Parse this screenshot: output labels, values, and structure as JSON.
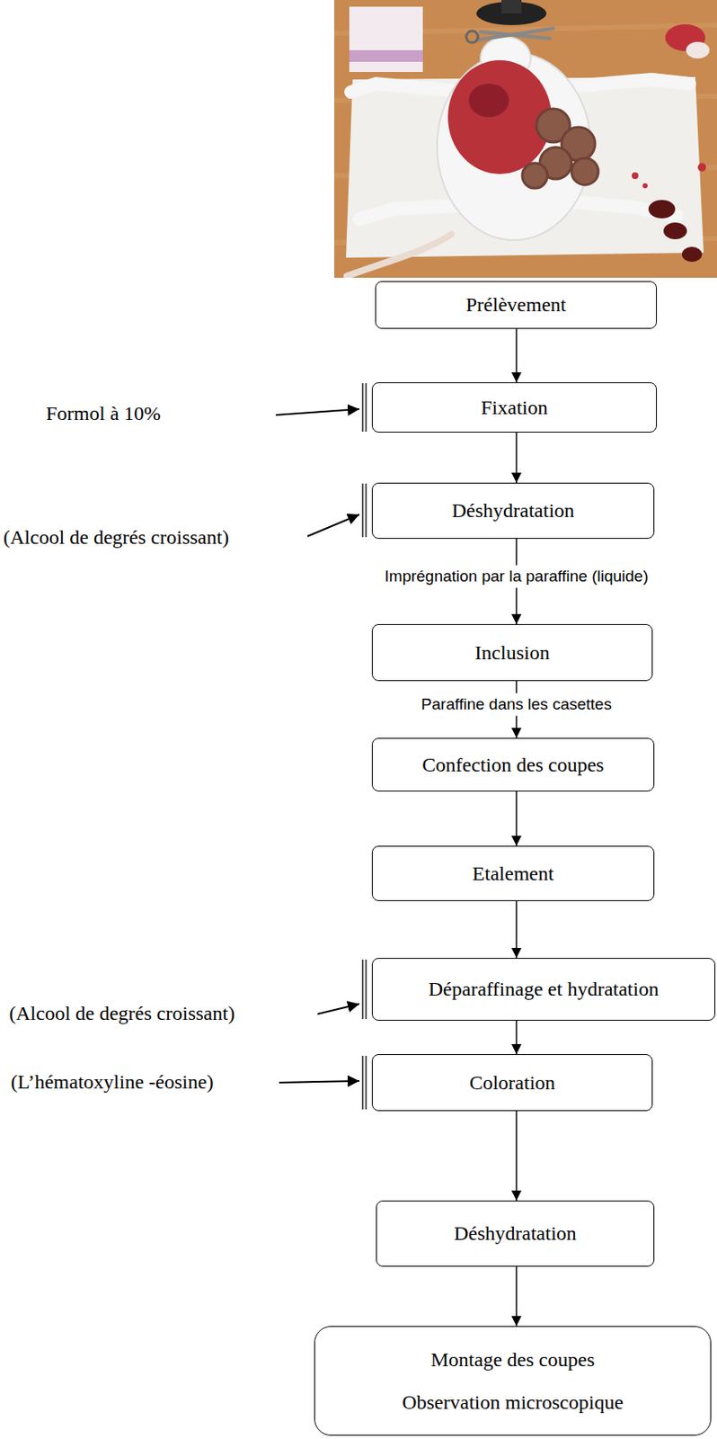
{
  "diagram": {
    "nodes": [
      {
        "text": [
          "Prélèvement"
        ]
      },
      {
        "text": [
          "Fixation"
        ]
      },
      {
        "text": [
          "Déshydratation"
        ]
      },
      {
        "text": [
          "Inclusion"
        ]
      },
      {
        "text": [
          "Confection des coupes"
        ]
      },
      {
        "text": [
          "Etalement"
        ]
      },
      {
        "text": [
          "Déparaffinage et hydratation"
        ]
      },
      {
        "text": [
          "Coloration"
        ]
      },
      {
        "text": [
          "Déshydratation"
        ]
      },
      {
        "text": [
          "Montage des coupes",
          "Observation microscopique"
        ]
      }
    ],
    "edges": [
      {
        "from": 0,
        "to": 1,
        "arrow": "to"
      },
      {
        "from": 1,
        "to": 2,
        "arrow": "to"
      },
      {
        "from": 2,
        "to": 3,
        "label": "Imprégnation par la paraffine (liquide)",
        "arrow": "to"
      },
      {
        "from": 3,
        "to": 4,
        "label": "Paraffine dans les casettes",
        "arrow": "to"
      },
      {
        "from": 4,
        "to": 5,
        "arrow": "to"
      },
      {
        "from": 5,
        "to": 6,
        "arrow": "to"
      },
      {
        "from": 6,
        "to": 7,
        "arrow": "to"
      },
      {
        "from": 7,
        "to": 8,
        "arrow": "to"
      },
      {
        "from": 8,
        "to": 9,
        "arrow": "to"
      }
    ],
    "labels": [
      "Formol à 10%",
      "(Alcool de degrés croissant)",
      "(Alcool de degrés croissant)",
      "(L’hématoxyline -éosine)"
    ]
  }
}
